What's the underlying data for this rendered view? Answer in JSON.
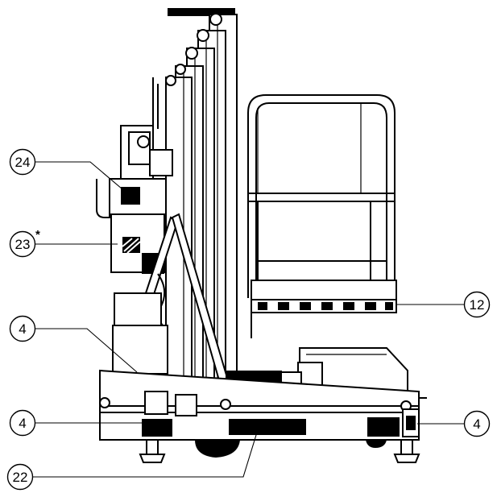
{
  "callouts": [
    {
      "id": "c24",
      "label": "24"
    },
    {
      "id": "c23",
      "label": "23",
      "suffix": "*"
    },
    {
      "id": "c4a",
      "label": "4"
    },
    {
      "id": "c4b",
      "label": "4"
    },
    {
      "id": "c22",
      "label": "22"
    },
    {
      "id": "c12",
      "label": "12"
    },
    {
      "id": "c4c",
      "label": "4"
    }
  ],
  "colors": {
    "line": "#000000",
    "paper": "#ffffff"
  }
}
